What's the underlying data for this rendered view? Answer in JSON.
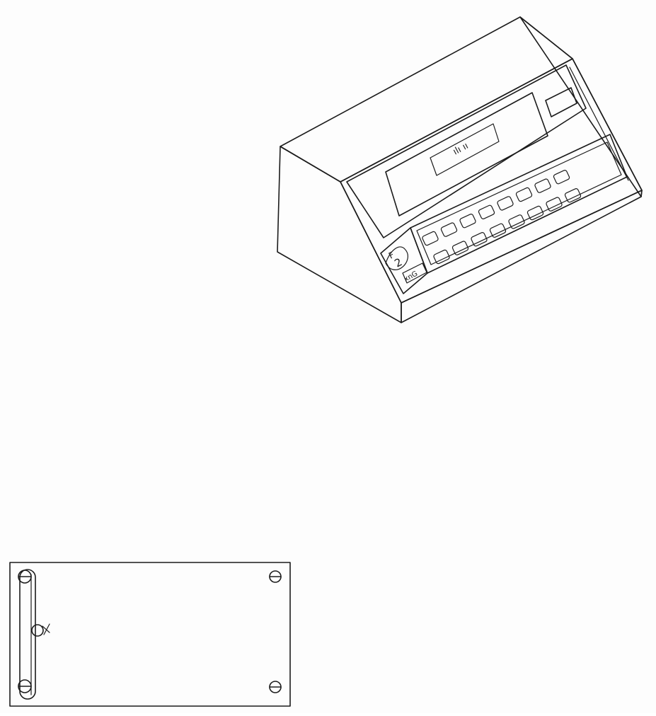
{
  "figure": {
    "background": "#fdfdfd",
    "ink_color": "#1b1b1b",
    "drawings": [
      {
        "name": "weighing-indicator-isometric",
        "description_icon": "calculator-console-icon"
      },
      {
        "name": "back-panel-plate",
        "description_icon": "mounting-plate-icon"
      }
    ]
  },
  "device": {
    "display_text": "ılı ıı",
    "logo_text_top": "F",
    "logo_text_number": "2",
    "logo_text_bottom": "xnG",
    "key_rows": 2,
    "keys_per_row": 8
  }
}
